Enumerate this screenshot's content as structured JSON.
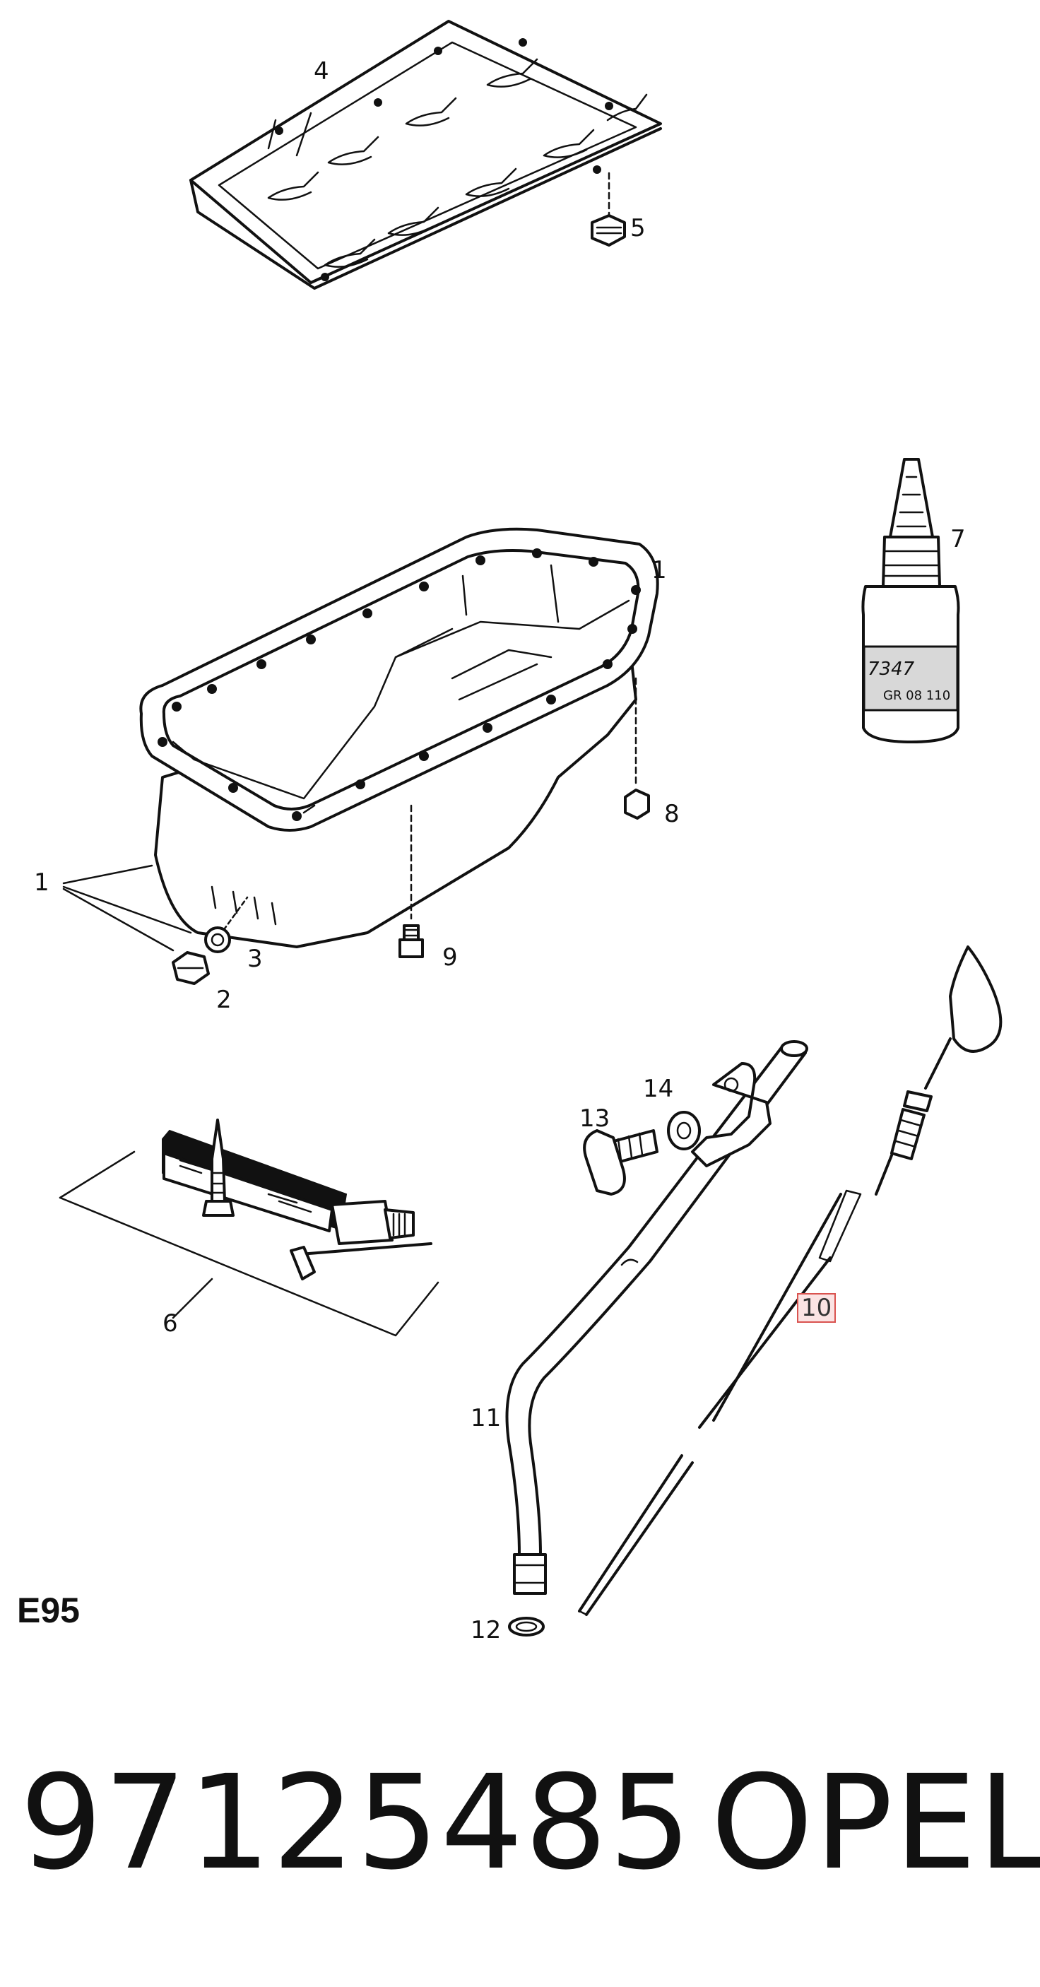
{
  "diagram": {
    "section_code": "E95",
    "callouts": [
      {
        "id": "c4",
        "label": "4"
      },
      {
        "id": "c5",
        "label": "5"
      },
      {
        "id": "c7",
        "label": "7"
      },
      {
        "id": "c1a",
        "label": "1"
      },
      {
        "id": "c8",
        "label": "8"
      },
      {
        "id": "c1b",
        "label": "1"
      },
      {
        "id": "c3",
        "label": "3"
      },
      {
        "id": "c2",
        "label": "2"
      },
      {
        "id": "c9",
        "label": "9"
      },
      {
        "id": "c14",
        "label": "14"
      },
      {
        "id": "c13",
        "label": "13"
      },
      {
        "id": "c10",
        "label": "10",
        "highlighted": true
      },
      {
        "id": "c6",
        "label": "6"
      },
      {
        "id": "c11",
        "label": "11"
      },
      {
        "id": "c12",
        "label": "12"
      }
    ],
    "bottle_label": [
      "7347",
      "GR 08 110"
    ],
    "highlight_color": "#d9534f"
  },
  "footer": {
    "part_number": "97125485",
    "brand": "OPEL"
  }
}
